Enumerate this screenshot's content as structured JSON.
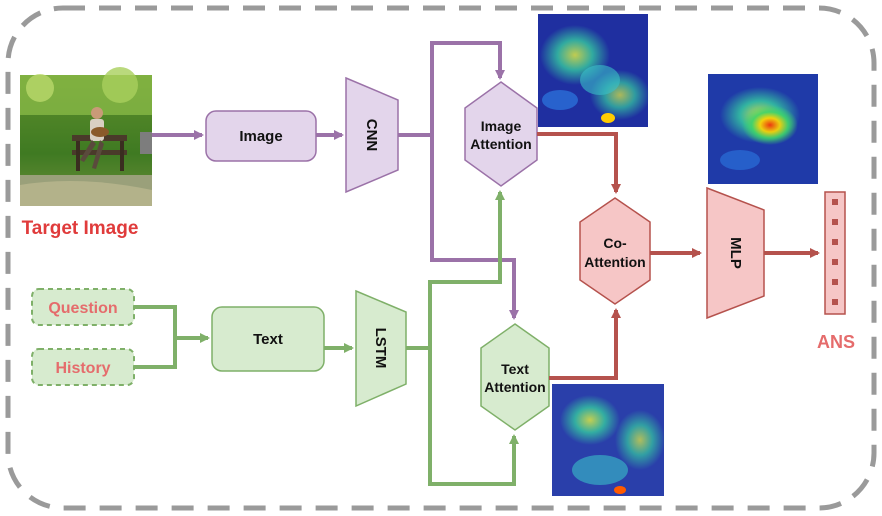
{
  "inputs": {
    "target_image_label": "Target Image",
    "question_label": "Question",
    "history_label": "History"
  },
  "blocks": {
    "image": "Image",
    "text": "Text",
    "cnn": "CNN",
    "lstm": "LSTM",
    "image_attention": [
      "Image",
      "Attention"
    ],
    "text_attention": [
      "Text",
      "Attention"
    ],
    "co_attention": [
      "Co-",
      "Attention"
    ],
    "mlp": "MLP"
  },
  "output": {
    "label": "ANS",
    "vector_cells": 6
  },
  "colors": {
    "purple": "#9b72a8",
    "purple_fill": "#e3d5eb",
    "green": "#7fb069",
    "green_fill": "#d7ebcf",
    "red": "#b5524d",
    "red_fill": "#f6c6c6",
    "label_red": "#e03b3b",
    "label_pink": "#e56c6c"
  },
  "icons": {
    "photo": "photo-park-bench",
    "heatmaps": [
      "attention-heatmap-image",
      "attention-heatmap-co",
      "attention-heatmap-text"
    ]
  }
}
